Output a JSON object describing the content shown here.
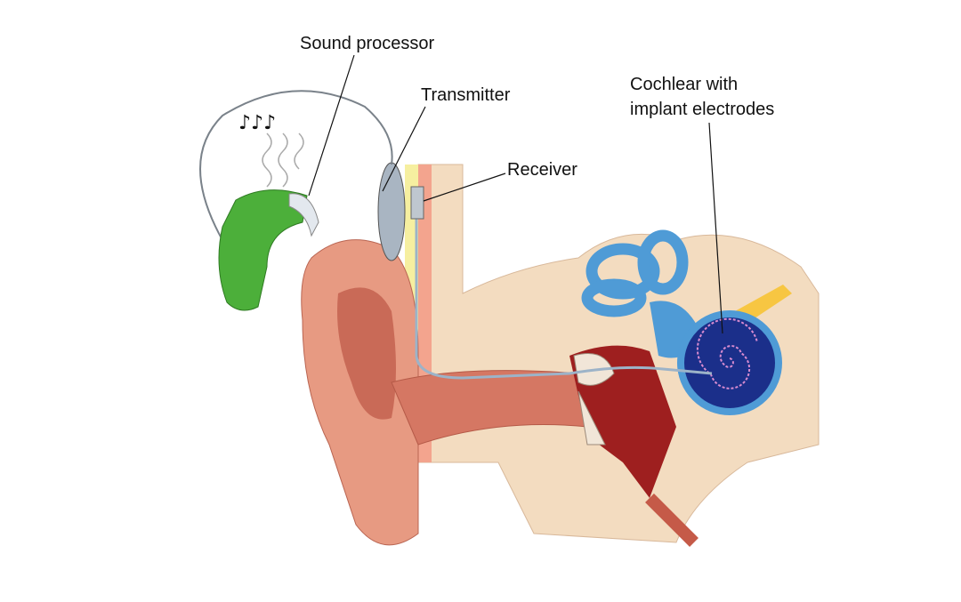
{
  "labels": {
    "sound_processor": "Sound processor",
    "transmitter": "Transmitter",
    "receiver": "Receiver",
    "cochlear_line1": "Cochlear with",
    "cochlear_line2": "implant electrodes"
  },
  "colors": {
    "skin": "#e79a82",
    "skin_dark": "#c85a48",
    "bone": "#f3dcc0",
    "processor_green": "#4caf3a",
    "cochlea_blue": "#4f9bd6",
    "cochlea_dark": "#1b2f8a",
    "nerve_yellow": "#f7c642",
    "canal_red": "#9e1f1f"
  }
}
